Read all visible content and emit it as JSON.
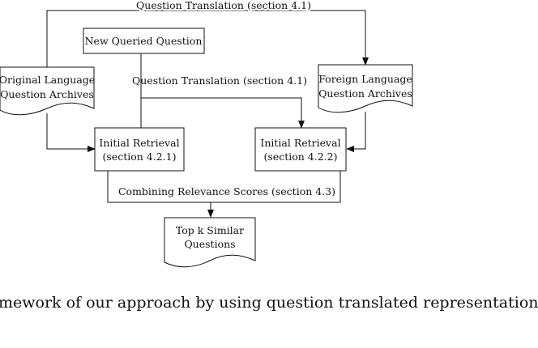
{
  "diagram": {
    "labels": {
      "question_translation_top": "Question Translation (section 4.1)",
      "new_queried_question": "New Queried Question",
      "question_translation_mid": "Question Translation (section 4.1)",
      "original_archives_line1": "Original Language",
      "original_archives_line2": "Question Archives",
      "foreign_archives_line1": "Foreign Language",
      "foreign_archives_line2": "Question Archives",
      "initial_retrieval_left_line1": "Initial Retrieval",
      "initial_retrieval_left_line2": "(section 4.2.1)",
      "initial_retrieval_right_line1": "Initial Retrieval",
      "initial_retrieval_right_line2": "(section 4.2.2)",
      "combining_scores": "Combining Relevance Scores (section 4.3)",
      "top_k_line1": "Top k Similar",
      "top_k_line2": "Questions"
    }
  },
  "caption": "mework of our approach by using question translated representation."
}
